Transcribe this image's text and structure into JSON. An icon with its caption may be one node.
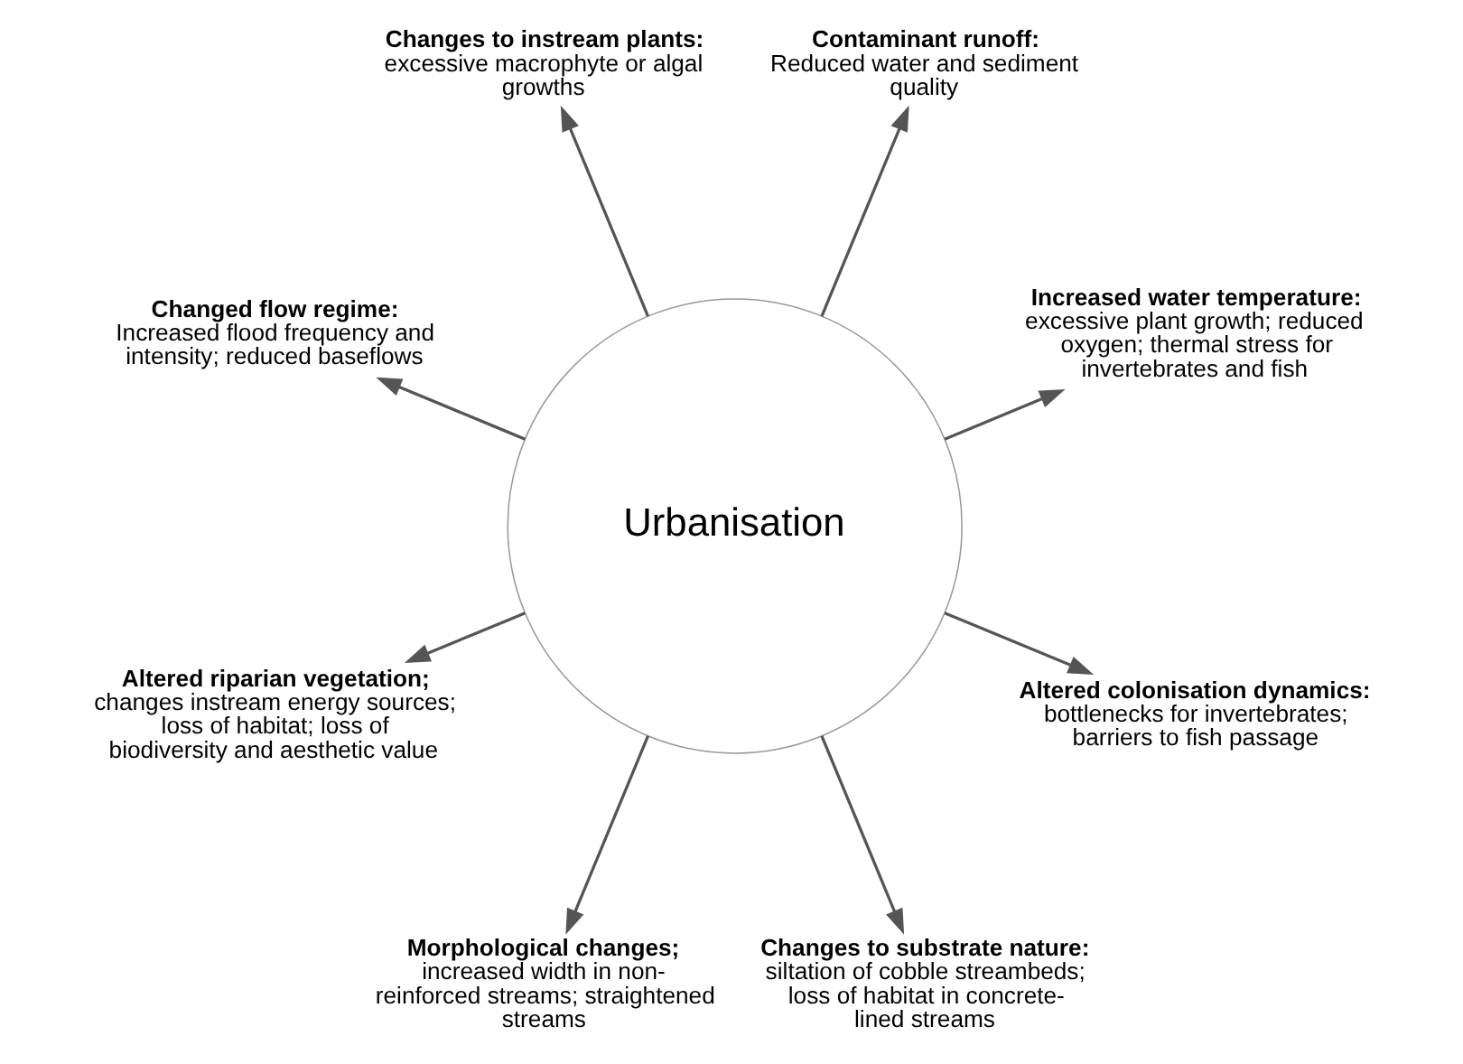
{
  "diagram": {
    "nodes": [
      {
        "text": [
          "Urbanisation"
        ]
      },
      {
        "text": [
          "Increased water temperature:",
          "excessive plant growth; reduced oxygen; thermal stress for invertebrates and fish"
        ]
      },
      {
        "text": [
          "Contaminant runoff:",
          "Reduced water and sediment quality"
        ]
      },
      {
        "text": [
          "Changes to instream plants:",
          "excessive macrophyte or algal growths"
        ]
      },
      {
        "text": [
          "Changed flow regime:",
          "Increased flood frequency and intensity; reduced baseflows"
        ]
      },
      {
        "text": [
          "Altered riparian vegetation;",
          "changes instream energy sources; loss of habitat; loss of biodiversity and aesthetic value"
        ]
      },
      {
        "text": [
          "Morphological changes;",
          "increased width in non-reinforced streams; straightened streams"
        ]
      },
      {
        "text": [
          "Changes to substrate nature:",
          "siltation of cobble streambeds; loss of habitat in concrete-lined streams"
        ]
      },
      {
        "text": [
          "Altered colonisation dynamics:",
          "bottlenecks for invertebrates; barriers to fish passage"
        ]
      }
    ],
    "edges": [
      {
        "from": 0,
        "to": 1,
        "arrow": "to"
      },
      {
        "from": 0,
        "to": 3,
        "arrow": "to"
      },
      {
        "from": 0,
        "to": 5,
        "arrow": "to"
      },
      {
        "from": 0,
        "to": 7,
        "arrow": "to"
      },
      {
        "from": 0,
        "to": 8,
        "arrow": "to"
      },
      {
        "from": 0,
        "to": 6,
        "arrow": "to"
      },
      {
        "from": 0,
        "to": 4,
        "arrow": "to"
      },
      {
        "from": 0,
        "to": 2,
        "arrow": "to"
      }
    ]
  }
}
